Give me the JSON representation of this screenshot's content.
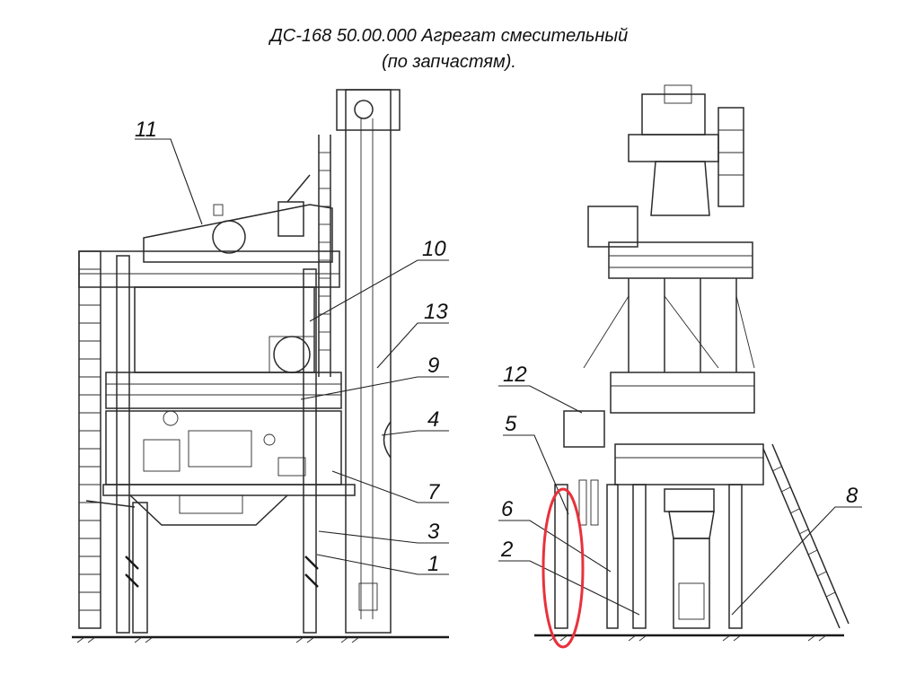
{
  "title": {
    "line1": "ДС-168 50.00.000 Агрегат смесительный",
    "line2": "(по запчастям)."
  },
  "callouts": [
    "11",
    "10",
    "13",
    "9",
    "4",
    "7",
    "3",
    "1",
    "12",
    "5",
    "6",
    "2",
    "8"
  ],
  "highlight": {
    "color": "#e8323c",
    "shape": "ellipse",
    "marks": "column below callout 5"
  }
}
